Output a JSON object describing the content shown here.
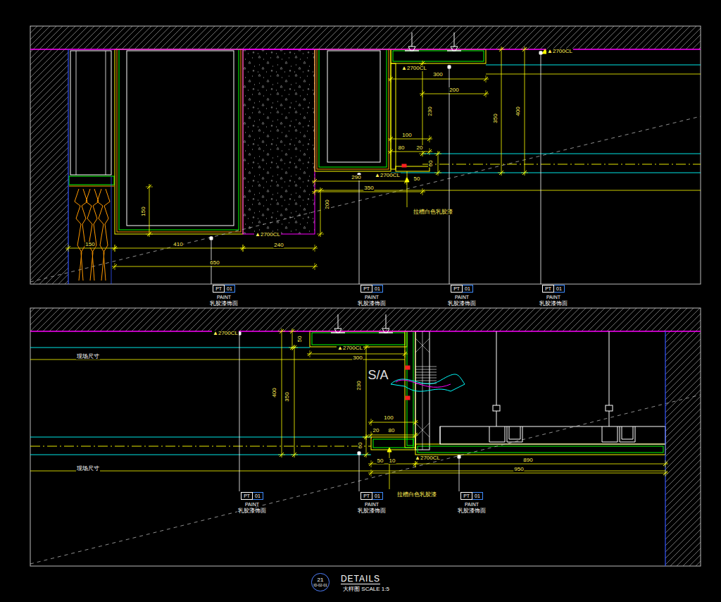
{
  "diagram": {
    "title": "DETAILS",
    "nodes": [
      {
        "text": [
          "PT",
          "01"
        ]
      },
      {
        "text": [
          "PT",
          "01"
        ]
      },
      {
        "text": [
          "PT",
          "01"
        ]
      },
      {
        "text": [
          "PT",
          "01"
        ]
      },
      {
        "text": [
          "PT",
          "01"
        ]
      },
      {
        "text": [
          "PT",
          "01"
        ]
      },
      {
        "text": [
          "PT",
          "01"
        ]
      },
      {
        "text": [
          "21",
          "ID-02-01"
        ]
      }
    ],
    "labels": [
      "▲2700CL",
      "300",
      "▲2700CL",
      "200",
      "230",
      "350",
      "400",
      "100",
      "80",
      "20",
      "60",
      "290",
      "▲2700CL",
      "350",
      "50",
      "拉槽白色乳胶漆",
      "150",
      "200",
      "410",
      "▲2700CL",
      "240",
      "150",
      "650",
      "PAINT",
      "乳胶漆饰面",
      "PAINT",
      "乳胶漆饰面",
      "PAINT",
      "乳胶漆饰面",
      "PAINT",
      "乳胶漆饰面",
      "▲2700CL",
      "50",
      "▲2700CL",
      "300",
      "现场尺寸",
      "400",
      "350",
      "230",
      "100",
      "20",
      "80",
      "60",
      "现场尺寸",
      "50",
      "10",
      "▲2700CL",
      "890",
      "950",
      "拉槽白色乳胶漆",
      "S/A",
      "PAINT",
      "乳胶漆饰面",
      "PAINT",
      "乳胶漆饰面",
      "PAINT",
      "乳胶漆饰面",
      "大样图 SCALE 1:5"
    ]
  }
}
